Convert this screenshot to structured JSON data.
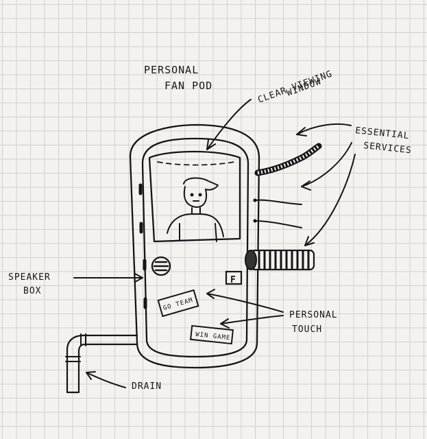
{
  "title": {
    "line1": "PERSONAL",
    "line2": "FAN POD"
  },
  "labels": {
    "window": {
      "line1": "CLEAR VIEWING",
      "line2": "WINDOW"
    },
    "services": {
      "line1": "ESSENTIAL",
      "line2": "SERVICES"
    },
    "speaker": {
      "line1": "SPEAKER",
      "line2": "BOX"
    },
    "touch": {
      "line1": "PERSONAL",
      "line2": "TOUCH"
    },
    "drain": "DRAIN"
  },
  "stickers": {
    "sticker1": "GO TEAM",
    "sticker2": "WIN GAME"
  },
  "switch_label": "F"
}
